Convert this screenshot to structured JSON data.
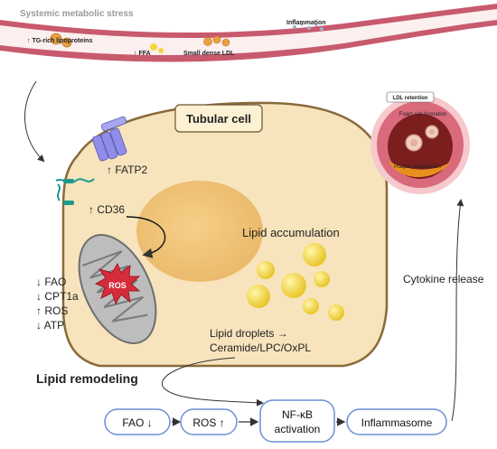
{
  "colors": {
    "vessel_wall": "#c85a6e",
    "vessel_lumen": "#ffffff",
    "cell_fill": "#f7e4bd",
    "cell_border": "#8a6a3a",
    "nucleus": "#f0c77a",
    "lipid_droplet": "#f5d640",
    "mito_fill": "#b9b9b9",
    "ros": "#d62c3a",
    "receptor": "#8f8de8",
    "cd36": "#1e9a8a",
    "artery_outer": "#f6c9cc",
    "artery_wall": "#d96a7b",
    "artery_lumen": "#7a1e1e",
    "plaque": "#e8901e",
    "arrow": "#333333",
    "pathway_box": "#6b8fd6"
  },
  "vessel": {
    "title": "Systemic metabolic stress",
    "tg_label": "↑ TG-rich lipoproteins",
    "ffa_label": "↑ FFA",
    "ldl_label": "Small dense LDL",
    "inflammation_label": "Inflammation"
  },
  "cell": {
    "title": "Tubular cell",
    "fatp2": "↑ FATP2",
    "cd36": "↑ CD36",
    "lipid_accumulation": "Lipid accumulation",
    "ros_label": "ROS",
    "mito_changes": [
      "↓ FAO",
      "↓ CPT1a",
      "↑ ROS",
      "↓ ATP"
    ],
    "lipid_droplets_line1": "Lipid droplets →",
    "lipid_droplets_line2": "Ceramide/LPC/OxPL"
  },
  "remodeling": {
    "title": "Lipid remodeling"
  },
  "artery": {
    "ldl_retention": "LDL retention",
    "foam_cell": "Foam cell formation",
    "plaque_progression": "Plaque progression"
  },
  "cytokine": "Cytokine release",
  "pathway": {
    "steps": [
      "FAO ↓",
      "ROS ↑",
      "NF-κB",
      "Inflammasome"
    ],
    "step3_line2": "activation"
  }
}
